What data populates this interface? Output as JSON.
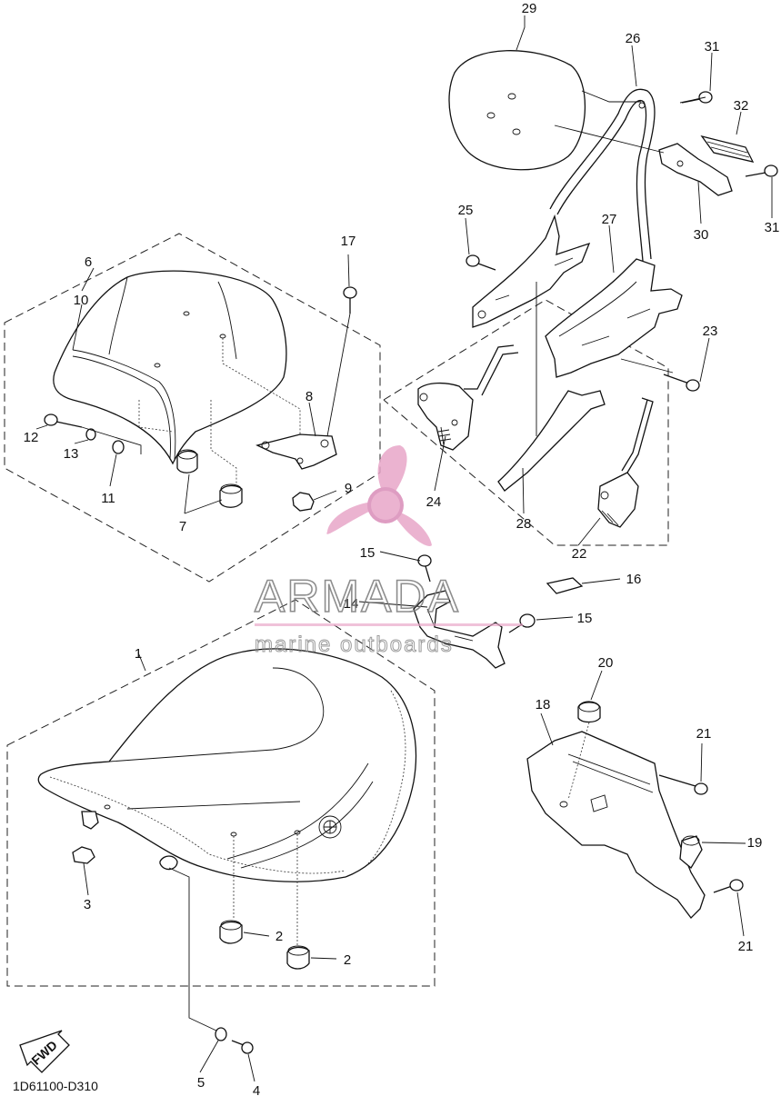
{
  "diagram_code": "1D61100-D310",
  "fwd_label": "FWD",
  "watermark": {
    "brand": "ARMADA",
    "tagline": "marine outboards"
  },
  "callouts": [
    "1",
    "2",
    "2",
    "3",
    "4",
    "5",
    "6",
    "7",
    "8",
    "9",
    "10",
    "11",
    "12",
    "13",
    "14",
    "15",
    "15",
    "16",
    "17",
    "18",
    "19",
    "20",
    "21",
    "21",
    "22",
    "23",
    "24",
    "25",
    "26",
    "27",
    "28",
    "29",
    "30",
    "31",
    "31",
    "32"
  ],
  "colors": {
    "line": "#111111",
    "watermark_pink": "#e8a6c8",
    "watermark_gray": "#7a7a7a"
  }
}
